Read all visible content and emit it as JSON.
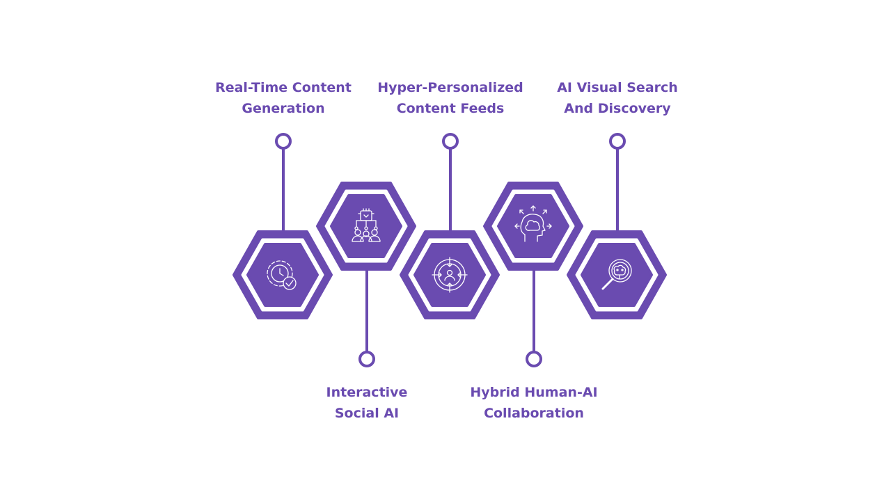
{
  "colors": {
    "accent": "#6a4bb0",
    "icon": "#ffffff",
    "background": "#ffffff"
  },
  "steps": [
    {
      "position": "top",
      "icon": "gear-clock-check-icon",
      "title": [
        "Real-Time Content",
        "Generation"
      ]
    },
    {
      "position": "bottom",
      "icon": "ai-network-people-icon",
      "title": [
        "Interactive",
        "Social AI"
      ]
    },
    {
      "position": "top",
      "icon": "target-person-icon",
      "title": [
        "Hyper-Personalized",
        "Content Feeds"
      ]
    },
    {
      "position": "bottom",
      "icon": "head-brain-arrows-icon",
      "title": [
        "Hybrid Human-AI",
        "Collaboration"
      ]
    },
    {
      "position": "top",
      "icon": "magnifier-brain-icon",
      "title": [
        "AI Visual Search",
        "And Discovery"
      ]
    }
  ]
}
